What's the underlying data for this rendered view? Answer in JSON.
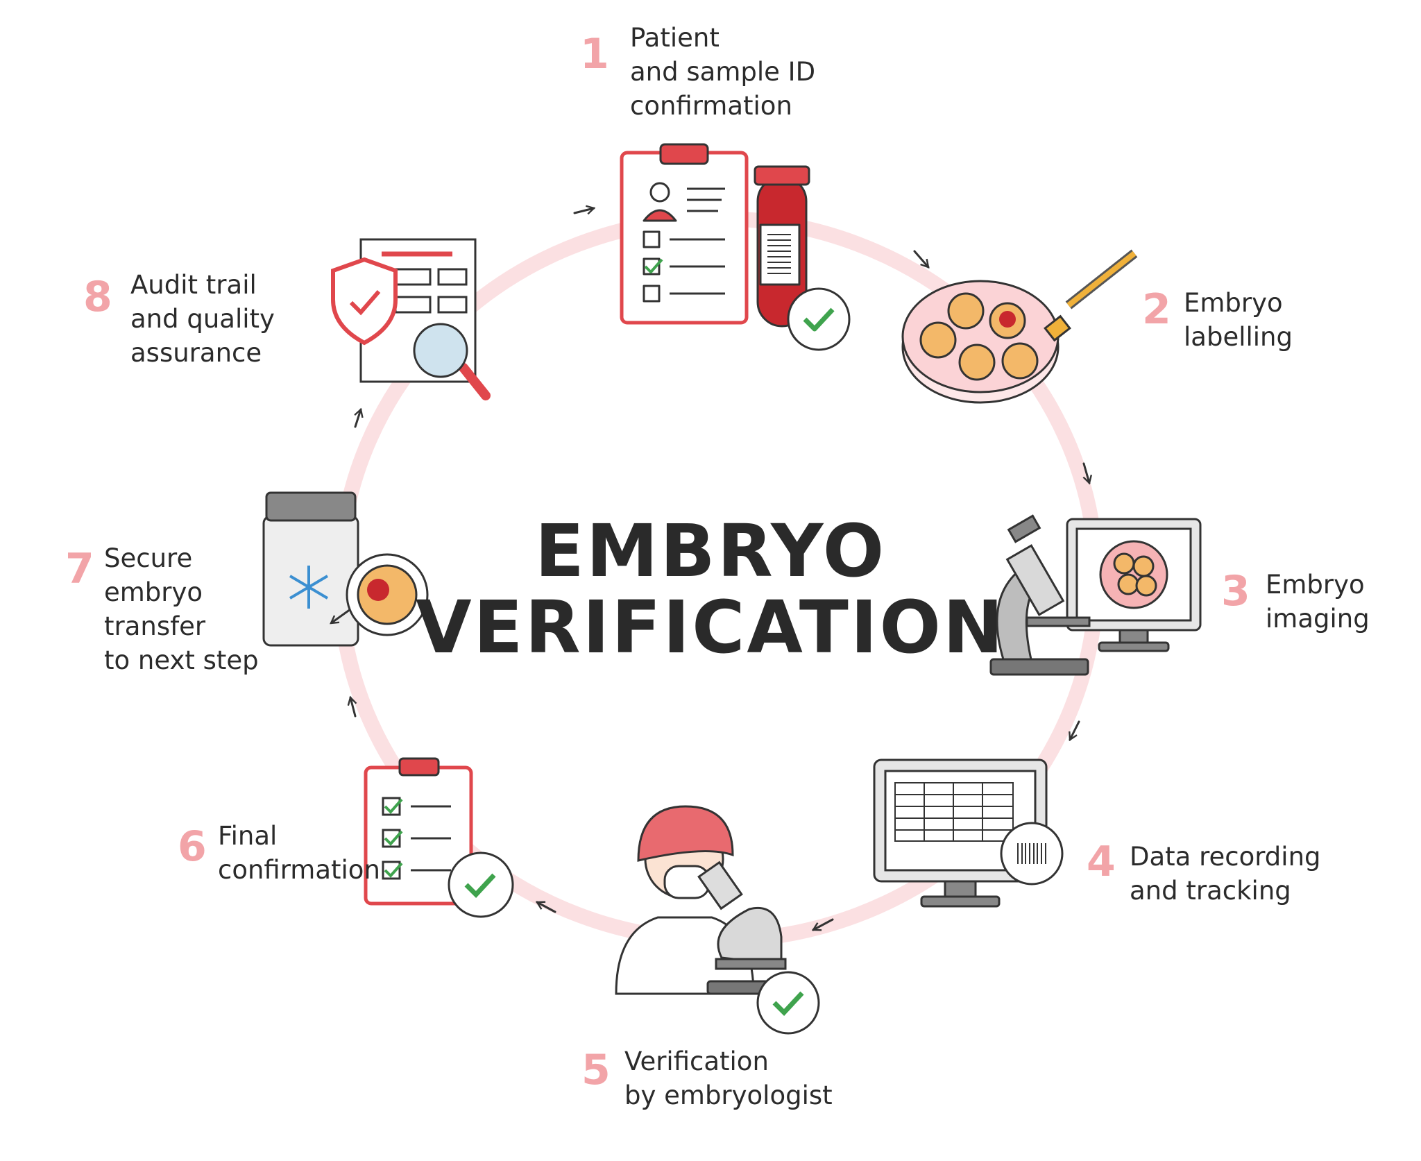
{
  "title": {
    "line1": "EMBRYO",
    "line2": "VERIFICATION"
  },
  "steps": [
    {
      "number": "1",
      "lines": [
        "Patient",
        "and sample ID",
        "confirmation"
      ],
      "icon": "clipboard-and-sample-tube-icon"
    },
    {
      "number": "2",
      "lines": [
        "Embryo",
        "labelling"
      ],
      "icon": "petri-dish-and-marker-icon"
    },
    {
      "number": "3",
      "lines": [
        "Embryo",
        "imaging"
      ],
      "icon": "microscope-and-monitor-icon"
    },
    {
      "number": "4",
      "lines": [
        "Data recording",
        "and tracking"
      ],
      "icon": "monitor-spreadsheet-barcode-icon"
    },
    {
      "number": "5",
      "lines": [
        "Verification",
        "by embryologist"
      ],
      "icon": "embryologist-at-microscope-icon"
    },
    {
      "number": "6",
      "lines": [
        "Final",
        "confirmation"
      ],
      "icon": "checklist-clipboard-icon"
    },
    {
      "number": "7",
      "lines": [
        "Secure",
        "embryo",
        "transfer",
        "to next step"
      ],
      "icon": "cryo-container-icon"
    },
    {
      "number": "8",
      "lines": [
        "Audit trail",
        "and quality",
        "assurance"
      ],
      "icon": "document-shield-magnifier-icon"
    }
  ],
  "colors": {
    "accent": "#e0474c",
    "number": "#f2a4a8",
    "ring": "#fbe0e2",
    "check": "#3fa34d",
    "gray": "#8a8a8a"
  }
}
